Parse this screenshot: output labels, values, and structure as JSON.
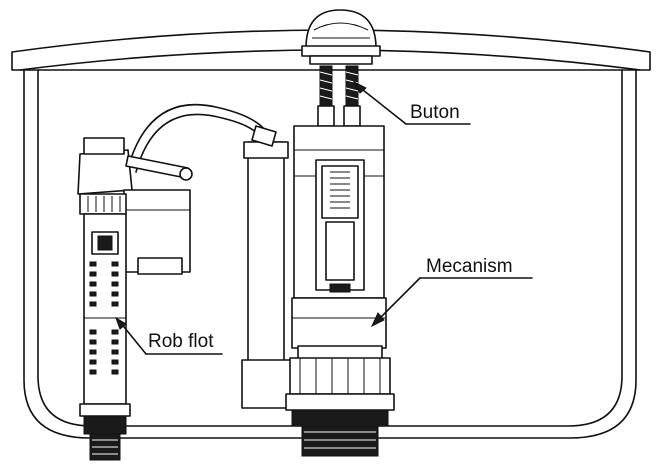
{
  "labels": {
    "button": "Buton",
    "mechanism": "Mecanism",
    "float_valve": "Rob flot"
  },
  "colors": {
    "line": "#111111",
    "background": "#ffffff"
  }
}
